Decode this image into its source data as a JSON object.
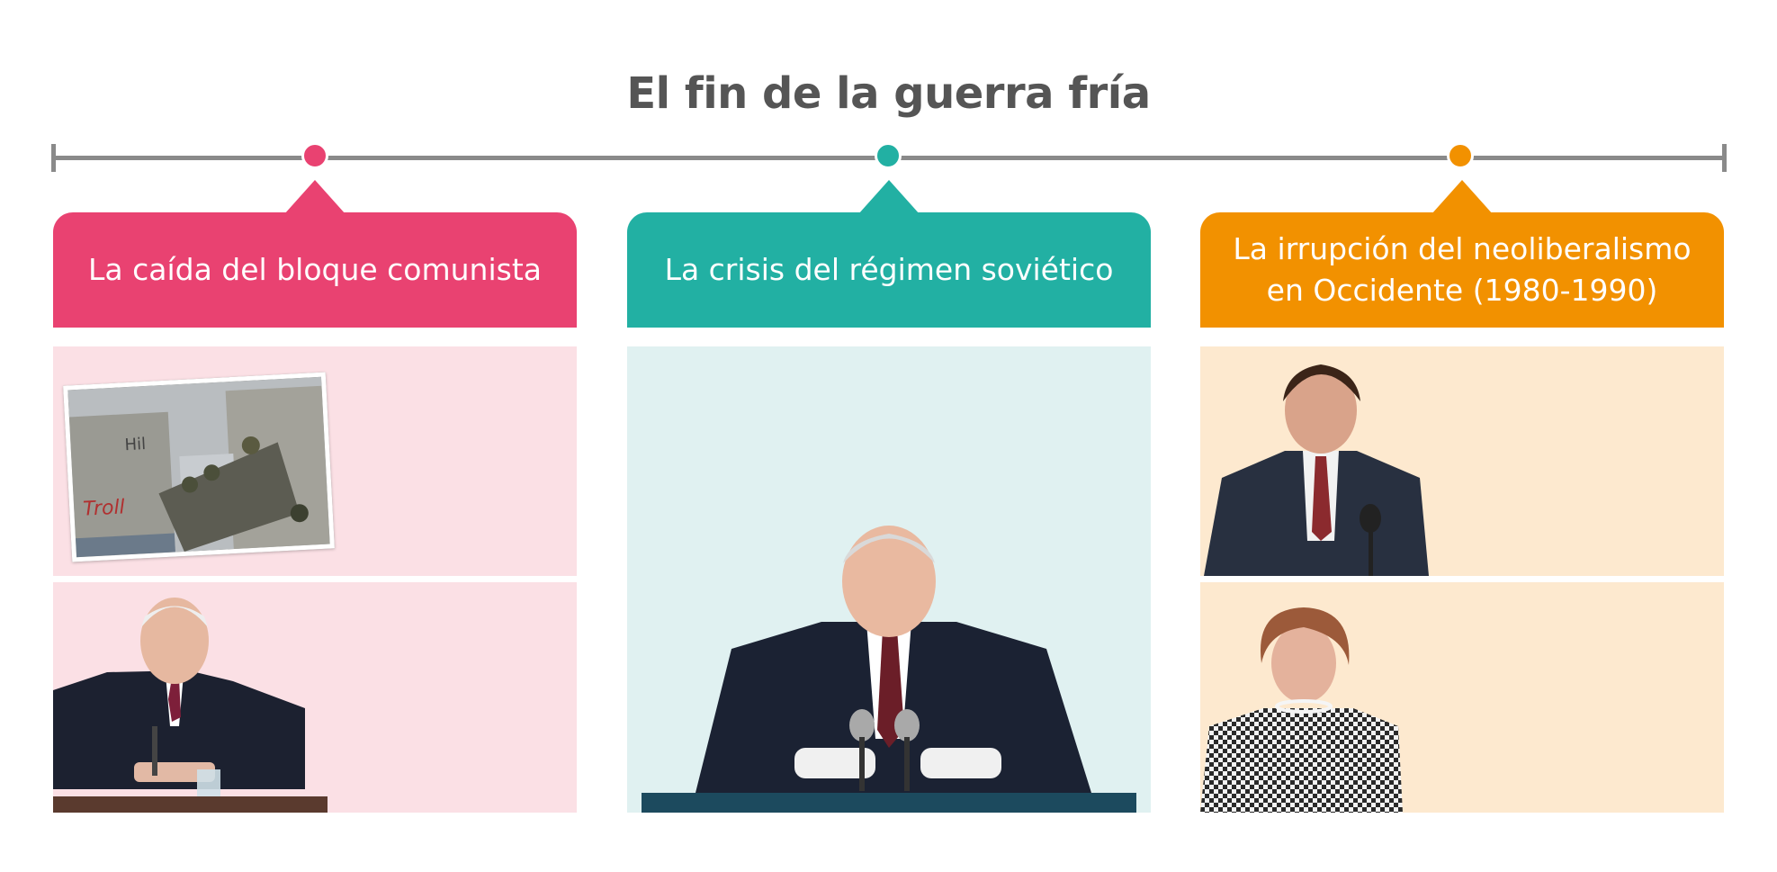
{
  "title": "El fin de la guerra fría",
  "colors": {
    "pink": "#e94271",
    "teal": "#22b0a3",
    "orange": "#f29100",
    "pink_bg": "#fbe0e5",
    "teal_bg": "#e0f1f1",
    "orange_bg": "#fde9cf",
    "line": "#8a8a8a",
    "title": "#555555"
  },
  "columns": [
    {
      "heading_lines": [
        "La caída del bloque comunista"
      ],
      "color": "pink",
      "images": [
        "berlin-wall-photo",
        "yeltsin-photo"
      ]
    },
    {
      "heading_lines": [
        "La crisis del régimen soviético"
      ],
      "color": "teal",
      "images": [
        "gorbachev-photo"
      ]
    },
    {
      "heading_lines": [
        "La irrupción del neoliberalismo",
        "en Occidente (1980-1990)"
      ],
      "color": "orange",
      "images": [
        "reagan-photo",
        "thatcher-photo"
      ]
    }
  ]
}
